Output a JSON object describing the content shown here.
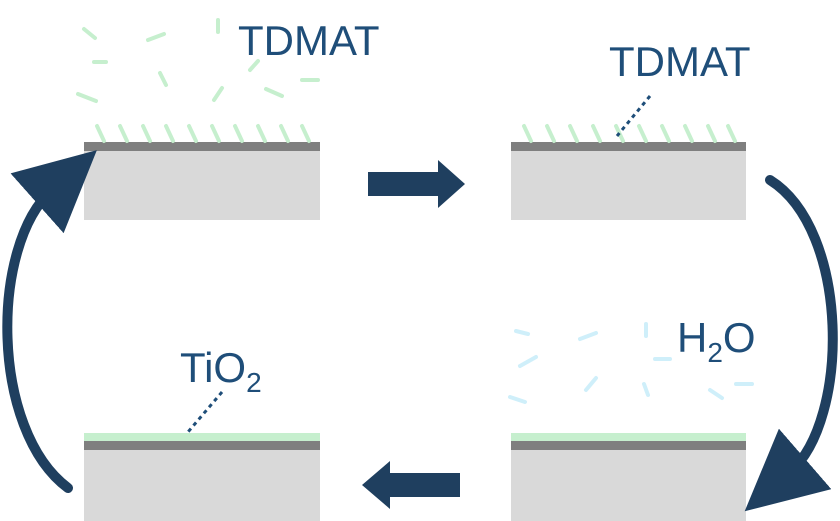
{
  "labels": {
    "tdmat_top_left": "TDMAT",
    "tdmat_top_right": "TDMAT",
    "h2o_main": "H",
    "h2o_sub": "2",
    "h2o_tail": "O",
    "tio2_main": "TiO",
    "tio2_sub": "2"
  },
  "colors": {
    "substrate": "#d9d9d9",
    "layer": "#7f7f7f",
    "tdmat_green": "#c6efce",
    "tio2_green": "#c6efce",
    "water_blue": "#cfeffa",
    "arrow_navy": "#1f3f5f",
    "text_navy": "#1f4e79"
  }
}
